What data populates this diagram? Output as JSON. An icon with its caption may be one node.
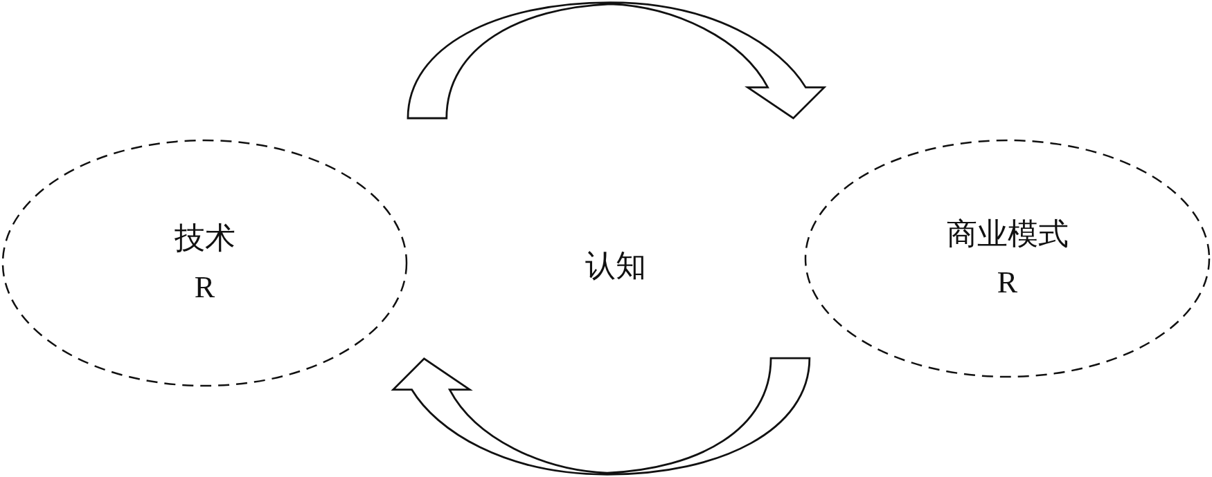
{
  "diagram": {
    "nodes": [
      {
        "text": [
          "技术",
          "R"
        ]
      },
      {
        "text": [
          "商业模式",
          "R"
        ]
      }
    ],
    "edges": [
      {
        "from": 0,
        "to": 1,
        "arrow": "to"
      },
      {
        "from": 1,
        "to": 0,
        "arrow": "to"
      }
    ],
    "labels": [
      "认知"
    ]
  }
}
